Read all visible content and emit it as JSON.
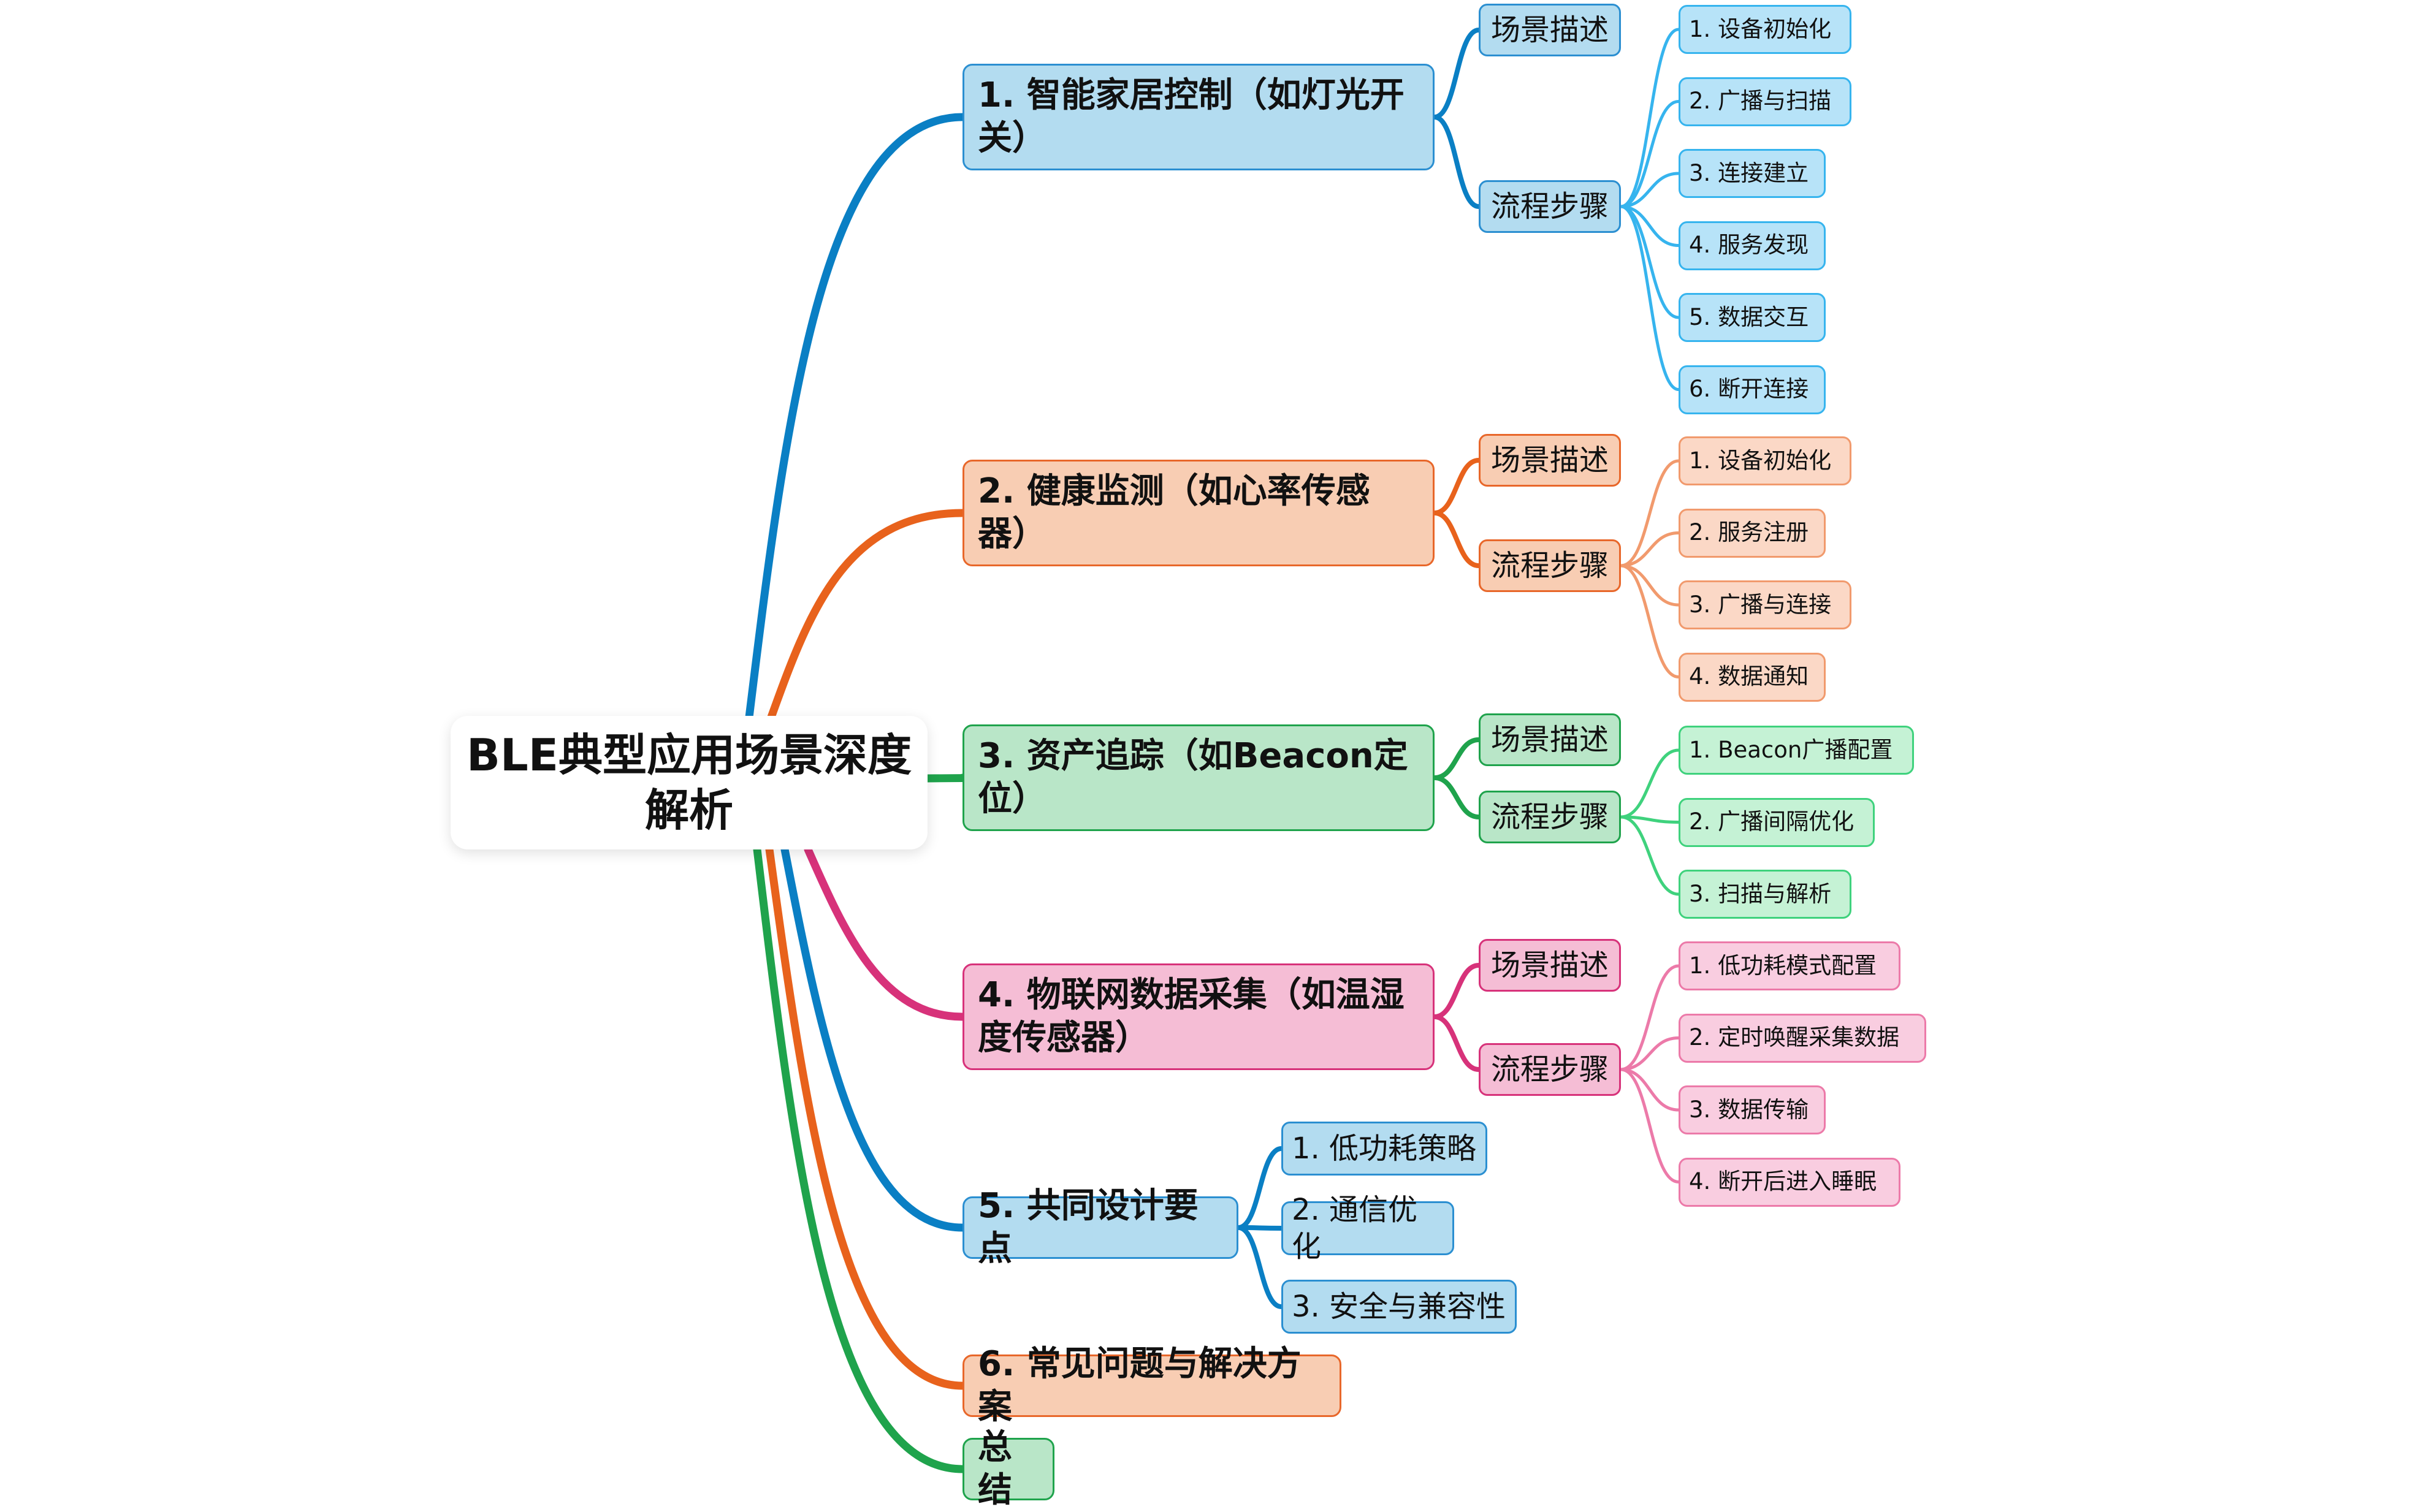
{
  "root": {
    "title": "BLE典型应用场景深度解析"
  },
  "colors": {
    "blue": "#0a7fc4",
    "orange": "#e8621c",
    "green": "#1fa34c",
    "pink": "#d7327a",
    "blue_light": "#36b4ee",
    "orange_light": "#f19a6d",
    "green_light": "#3fd27d",
    "pink_light": "#ec7aa9"
  },
  "branches": [
    {
      "title": "1. 智能家居控制（如灯光开关）",
      "color": "blue",
      "children": [
        {
          "label": "场景描述"
        },
        {
          "label": "流程步骤",
          "steps": [
            "1. 设备初始化",
            "2. 广播与扫描",
            "3. 连接建立",
            "4. 服务发现",
            "5. 数据交互",
            "6. 断开连接"
          ]
        }
      ]
    },
    {
      "title": "2. 健康监测（如心率传感器）",
      "color": "orange",
      "children": [
        {
          "label": "场景描述"
        },
        {
          "label": "流程步骤",
          "steps": [
            "1. 设备初始化",
            "2. 服务注册",
            "3. 广播与连接",
            "4. 数据通知"
          ]
        }
      ]
    },
    {
      "title": "3. 资产追踪（如Beacon定位）",
      "color": "green",
      "children": [
        {
          "label": "场景描述"
        },
        {
          "label": "流程步骤",
          "steps": [
            "1. Beacon广播配置",
            "2. 广播间隔优化",
            "3. 扫描与解析"
          ]
        }
      ]
    },
    {
      "title": "4. 物联网数据采集（如温湿度传感器）",
      "color": "pink",
      "children": [
        {
          "label": "场景描述"
        },
        {
          "label": "流程步骤",
          "steps": [
            "1. 低功耗模式配置",
            "2. 定时唤醒采集数据",
            "3. 数据传输",
            "4. 断开后进入睡眠"
          ]
        }
      ]
    },
    {
      "title": "5. 共同设计要点",
      "color": "blue",
      "children": [
        {
          "label": "1. 低功耗策略"
        },
        {
          "label": "2. 通信优化"
        },
        {
          "label": "3. 安全与兼容性"
        }
      ]
    },
    {
      "title": "6. 常见问题与解决方案",
      "color": "orange",
      "children": []
    },
    {
      "title": "总结",
      "color": "green",
      "children": []
    }
  ]
}
